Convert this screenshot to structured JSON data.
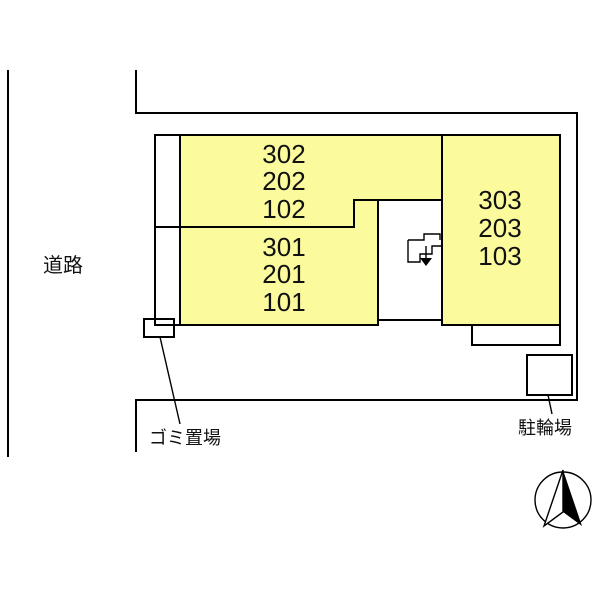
{
  "road_label": "道路",
  "building_a": {
    "units": [
      "302",
      "202",
      "102",
      "301",
      "201",
      "101"
    ]
  },
  "building_b": {
    "units": [
      "303",
      "203",
      "103"
    ]
  },
  "garbage_area_label": "ゴミ置場",
  "bicycle_parking_label": "駐輪場",
  "colors": {
    "building_fill": "#fbfb9e",
    "line": "#000000"
  },
  "icons": {
    "stairs": "stairs-down-icon",
    "north": "north-arrow-icon"
  }
}
